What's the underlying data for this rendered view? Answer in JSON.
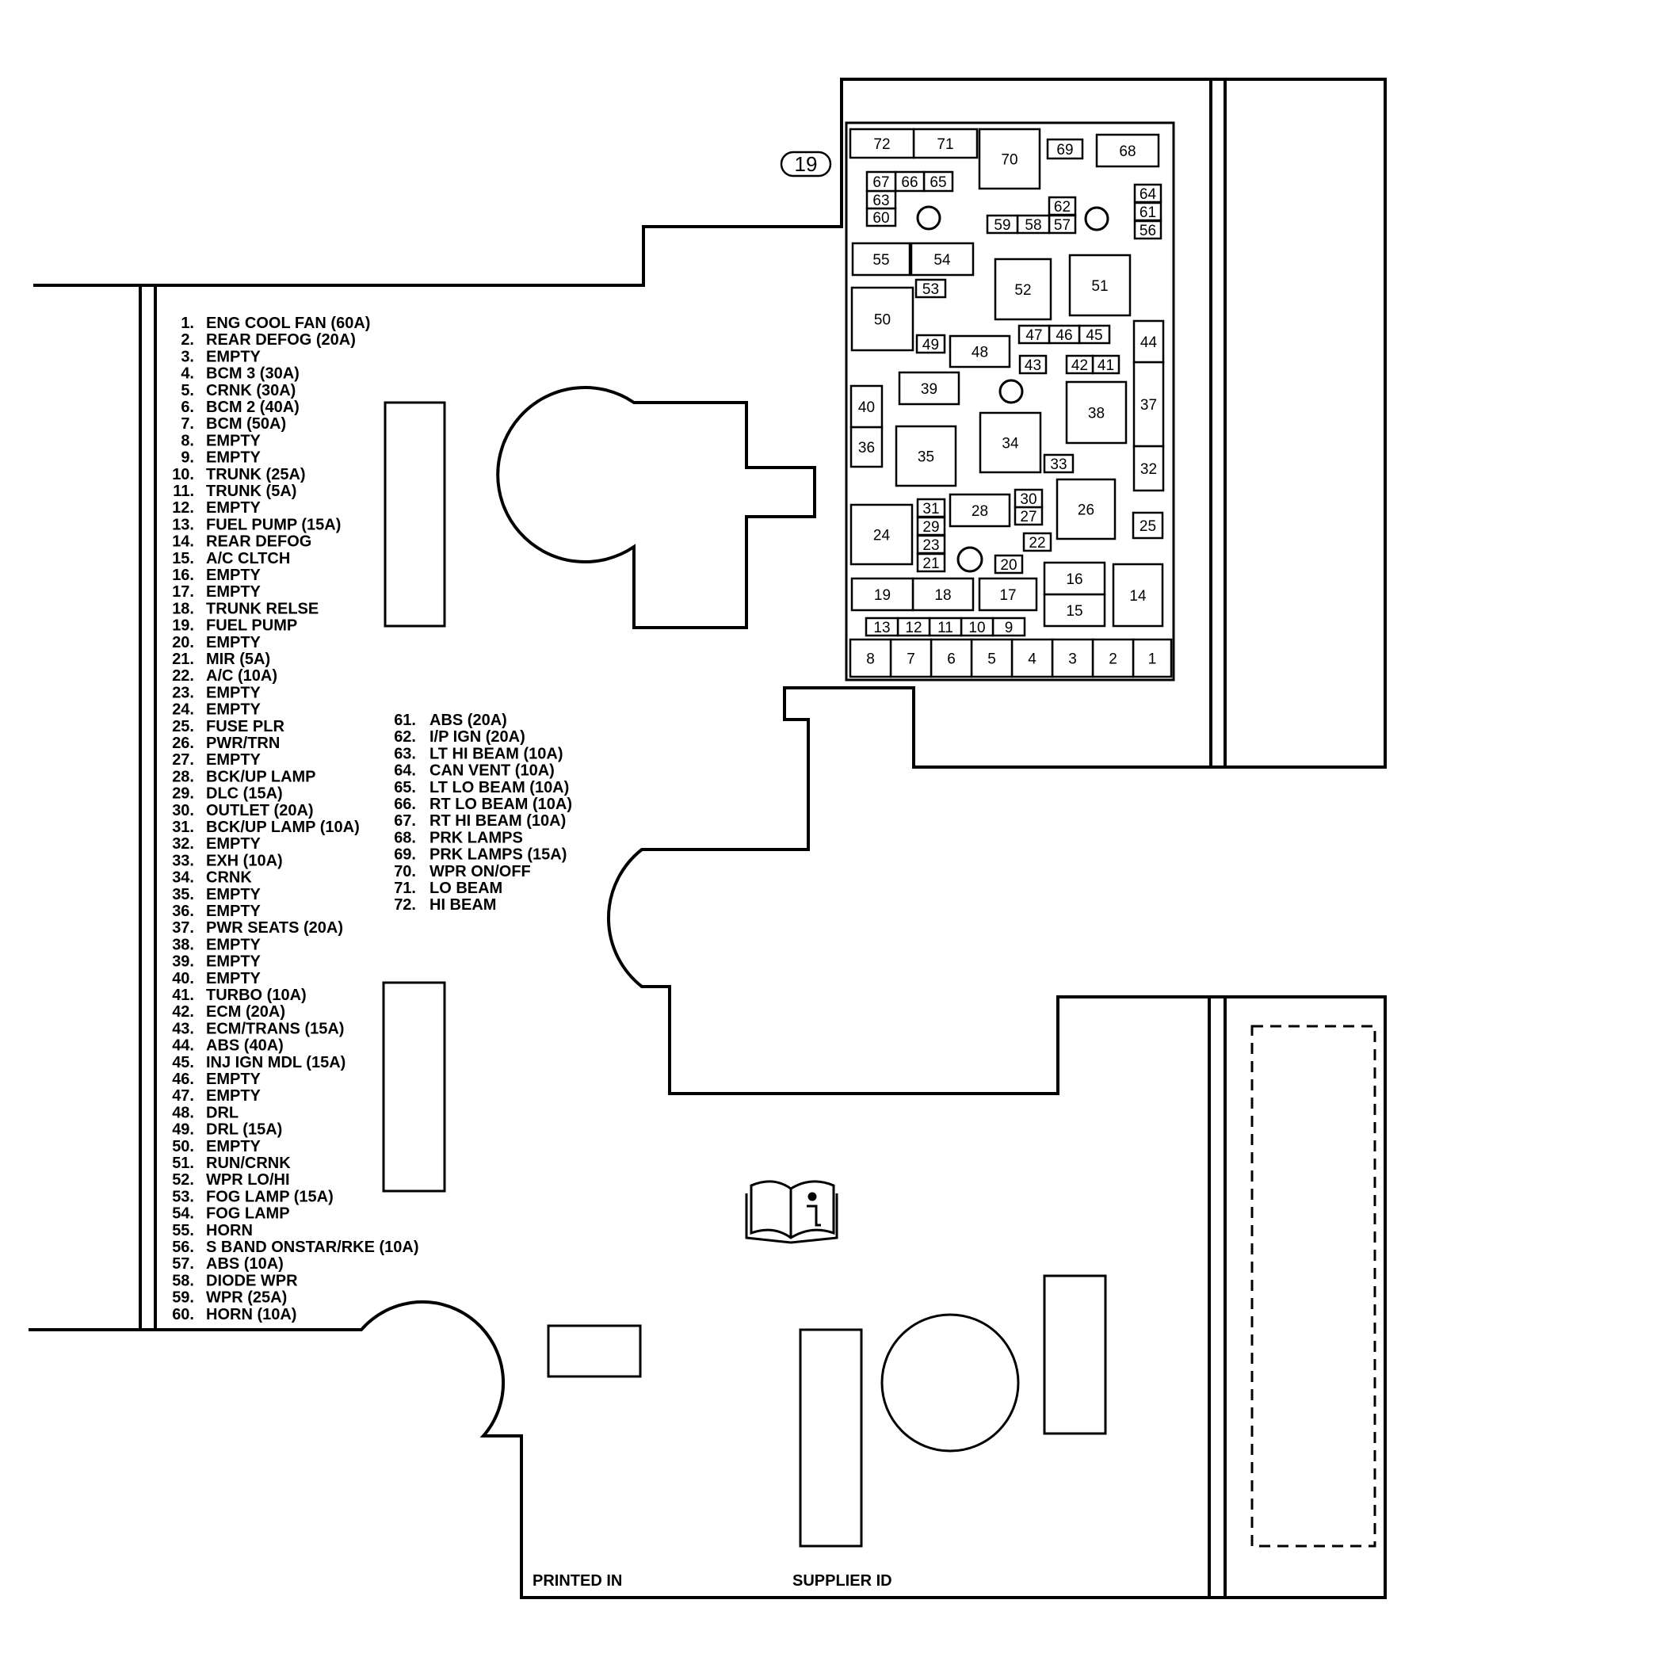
{
  "callout": "19",
  "footer": {
    "printed_in": "PRINTED IN",
    "supplier_id": "SUPPLIER ID"
  },
  "icons": {
    "info_book": "info-book-icon"
  },
  "legend_left": [
    {
      "num": "1.",
      "desc": "ENG COOL FAN (60A)"
    },
    {
      "num": "2.",
      "desc": "REAR DEFOG  (20A)"
    },
    {
      "num": "3.",
      "desc": "EMPTY"
    },
    {
      "num": "4.",
      "desc": "BCM 3  (30A)"
    },
    {
      "num": "5.",
      "desc": "CRNK (30A)"
    },
    {
      "num": "6.",
      "desc": "BCM  2  (40A)"
    },
    {
      "num": "7.",
      "desc": "BCM  (50A)"
    },
    {
      "num": "8.",
      "desc": "EMPTY"
    },
    {
      "num": "9.",
      "desc": "EMPTY"
    },
    {
      "num": "10.",
      "desc": "TRUNK  (25A)"
    },
    {
      "num": "11.",
      "desc": "TRUNK  (5A)"
    },
    {
      "num": "12.",
      "desc": "EMPTY"
    },
    {
      "num": "13.",
      "desc": "FUEL PUMP  (15A)"
    },
    {
      "num": "14.",
      "desc": "REAR  DEFOG"
    },
    {
      "num": "15.",
      "desc": "A/C  CLTCH"
    },
    {
      "num": "16.",
      "desc": "EMPTY"
    },
    {
      "num": "17.",
      "desc": "EMPTY"
    },
    {
      "num": "18.",
      "desc": "TRUNK  RELSE"
    },
    {
      "num": "19.",
      "desc": "FUEL  PUMP"
    },
    {
      "num": "20.",
      "desc": "EMPTY"
    },
    {
      "num": "21.",
      "desc": "MIR  (5A)"
    },
    {
      "num": "22.",
      "desc": "A/C  (10A)"
    },
    {
      "num": "23.",
      "desc": "EMPTY"
    },
    {
      "num": "24.",
      "desc": "EMPTY"
    },
    {
      "num": "25.",
      "desc": "FUSE  PLR"
    },
    {
      "num": "26.",
      "desc": "PWR/TRN"
    },
    {
      "num": "27.",
      "desc": "EMPTY"
    },
    {
      "num": "28.",
      "desc": "BCK/UP LAMP"
    },
    {
      "num": "29.",
      "desc": "DLC  (15A)"
    },
    {
      "num": "30.",
      "desc": "OUTLET  (20A)"
    },
    {
      "num": "31.",
      "desc": "BCK/UP LAMP  (10A)"
    },
    {
      "num": "32.",
      "desc": "EMPTY"
    },
    {
      "num": "33.",
      "desc": "EXH  (10A)"
    },
    {
      "num": "34.",
      "desc": "CRNK"
    },
    {
      "num": "35.",
      "desc": "EMPTY"
    },
    {
      "num": "36.",
      "desc": "EMPTY"
    },
    {
      "num": "37.",
      "desc": "PWR SEATS (20A)"
    },
    {
      "num": "38.",
      "desc": "EMPTY"
    },
    {
      "num": "39.",
      "desc": "EMPTY"
    },
    {
      "num": "40.",
      "desc": "EMPTY"
    },
    {
      "num": "41.",
      "desc": "TURBO (10A)"
    },
    {
      "num": "42.",
      "desc": "ECM  (20A)"
    },
    {
      "num": "43.",
      "desc": "ECM/TRANS  (15A)"
    },
    {
      "num": "44.",
      "desc": "ABS  (40A)"
    },
    {
      "num": "45.",
      "desc": "INJ  IGN  MDL  (15A)"
    },
    {
      "num": "46.",
      "desc": "EMPTY"
    },
    {
      "num": "47.",
      "desc": "EMPTY"
    },
    {
      "num": "48.",
      "desc": "DRL"
    },
    {
      "num": "49.",
      "desc": "DRL (15A)"
    },
    {
      "num": "50.",
      "desc": "EMPTY"
    },
    {
      "num": "51.",
      "desc": "RUN/CRNK"
    },
    {
      "num": "52.",
      "desc": "WPR LO/HI"
    },
    {
      "num": "53.",
      "desc": "FOG  LAMP  (15A)"
    },
    {
      "num": "54.",
      "desc": "FOG  LAMP"
    },
    {
      "num": "55.",
      "desc": "HORN"
    },
    {
      "num": "56.",
      "desc": "S  BAND  ONSTAR/RKE  (10A)"
    },
    {
      "num": "57.",
      "desc": "ABS  (10A)"
    },
    {
      "num": "58.",
      "desc": "DIODE  WPR"
    },
    {
      "num": "59.",
      "desc": "WPR  (25A)"
    },
    {
      "num": "60.",
      "desc": "HORN  (10A)"
    }
  ],
  "legend_right": [
    {
      "num": "61.",
      "desc": "ABS (20A)"
    },
    {
      "num": "62.",
      "desc": "I/P  IGN  (20A)"
    },
    {
      "num": "63.",
      "desc": "LT  HI  BEAM (10A)"
    },
    {
      "num": "64.",
      "desc": "CAN  VENT  (10A)"
    },
    {
      "num": "65.",
      "desc": "LT  LO  BEAM (10A)"
    },
    {
      "num": "66.",
      "desc": "RT  LO  BEAM (10A)"
    },
    {
      "num": "67.",
      "desc": "RT  HI  BEAM (10A)"
    },
    {
      "num": "68.",
      "desc": "PRK  LAMPS"
    },
    {
      "num": "69.",
      "desc": "PRK  LAMPS  (15A)"
    },
    {
      "num": "70.",
      "desc": "WPR ON/OFF"
    },
    {
      "num": "71.",
      "desc": "LO BEAM"
    },
    {
      "num": "72.",
      "desc": "HI  BEAM"
    }
  ],
  "fuse_cells": [
    "1",
    "2",
    "3",
    "4",
    "5",
    "6",
    "7",
    "8",
    "9",
    "10",
    "11",
    "12",
    "13",
    "14",
    "15",
    "16",
    "17",
    "18",
    "19",
    "20",
    "21",
    "22",
    "23",
    "24",
    "25",
    "26",
    "27",
    "28",
    "29",
    "30",
    "31",
    "32",
    "33",
    "34",
    "35",
    "36",
    "37",
    "38",
    "39",
    "40",
    "41",
    "42",
    "43",
    "44",
    "45",
    "46",
    "47",
    "48",
    "49",
    "50",
    "51",
    "52",
    "53",
    "54",
    "55",
    "56",
    "57",
    "58",
    "59",
    "60",
    "61",
    "62",
    "63",
    "64",
    "65",
    "66",
    "67",
    "68",
    "69",
    "70",
    "71",
    "72"
  ]
}
